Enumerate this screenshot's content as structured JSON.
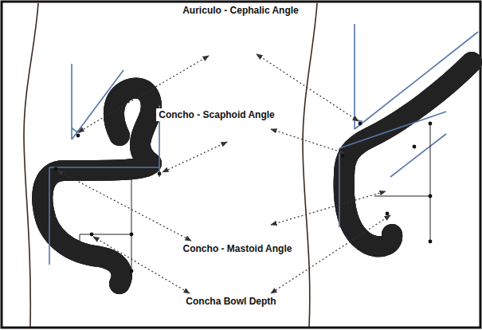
{
  "diagram": {
    "labels": [
      "Auriculo - Cephalic Angle",
      "Concho - Scaphoid Angle",
      "Concho - Mastoid Angle",
      "Concha Bowl Depth"
    ]
  }
}
